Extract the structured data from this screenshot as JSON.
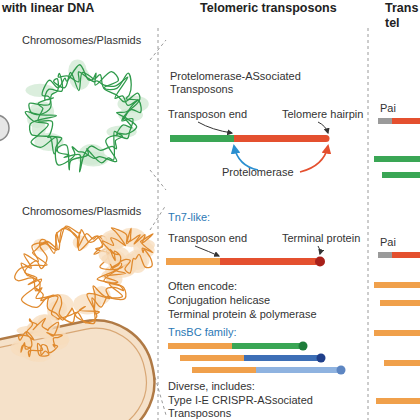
{
  "diagram": {
    "labels": [
      "with linear DNA",
      "Telomeric transposons",
      "Trans",
      "tel",
      "Chromosomes/Plasmids",
      "Protelomerase-ASsociated Transposons",
      "Transposon end",
      "Telomere hairpin",
      "Protelomerase",
      "Pai",
      "Chromosomes/Plasmids",
      "Tn7-like:",
      "Transposon end",
      "Terminal protein",
      "Often encode:",
      "Conjugation helicase",
      "Terminal protein & polymerase",
      "TnsBC family:",
      "Diverse, includes:",
      "Type I-E CRISPR-ASsociated Transposons",
      "Pai"
    ]
  }
}
